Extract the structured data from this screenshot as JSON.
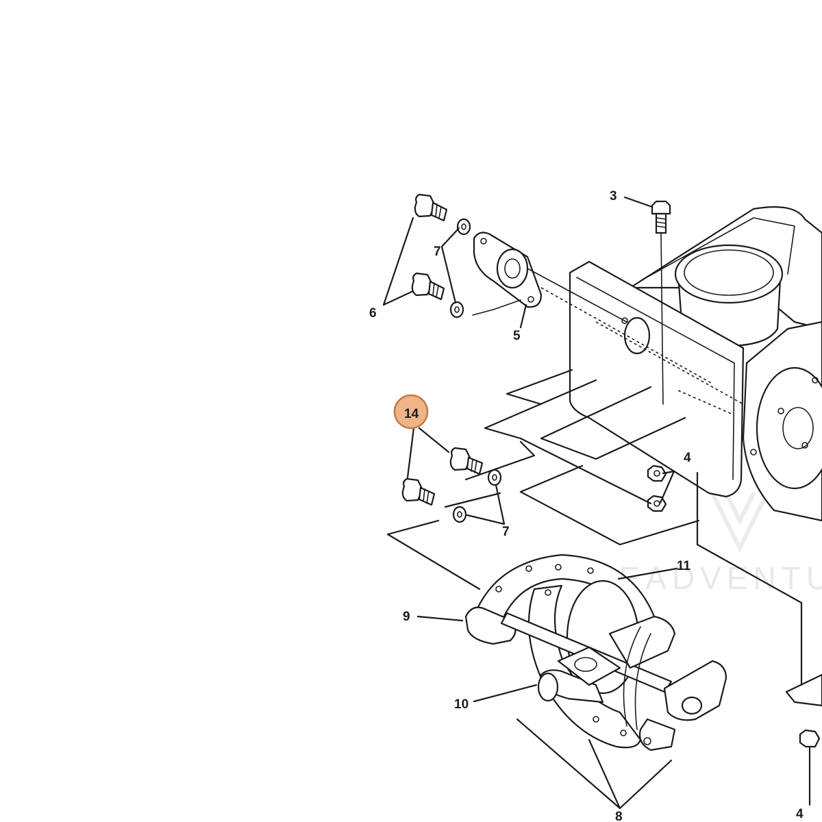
{
  "callouts": {
    "c3": "3",
    "c4a": "4",
    "c4b": "4",
    "c5": "5",
    "c6": "6",
    "c7a": "7",
    "c7b": "7",
    "c8": "8",
    "c9": "9",
    "c10": "10",
    "c11": "11",
    "c14": "14"
  },
  "highlight": {
    "label": "14",
    "fill": "#f0b486",
    "stroke": "#c07a45"
  },
  "watermark": "LEADVENTU"
}
